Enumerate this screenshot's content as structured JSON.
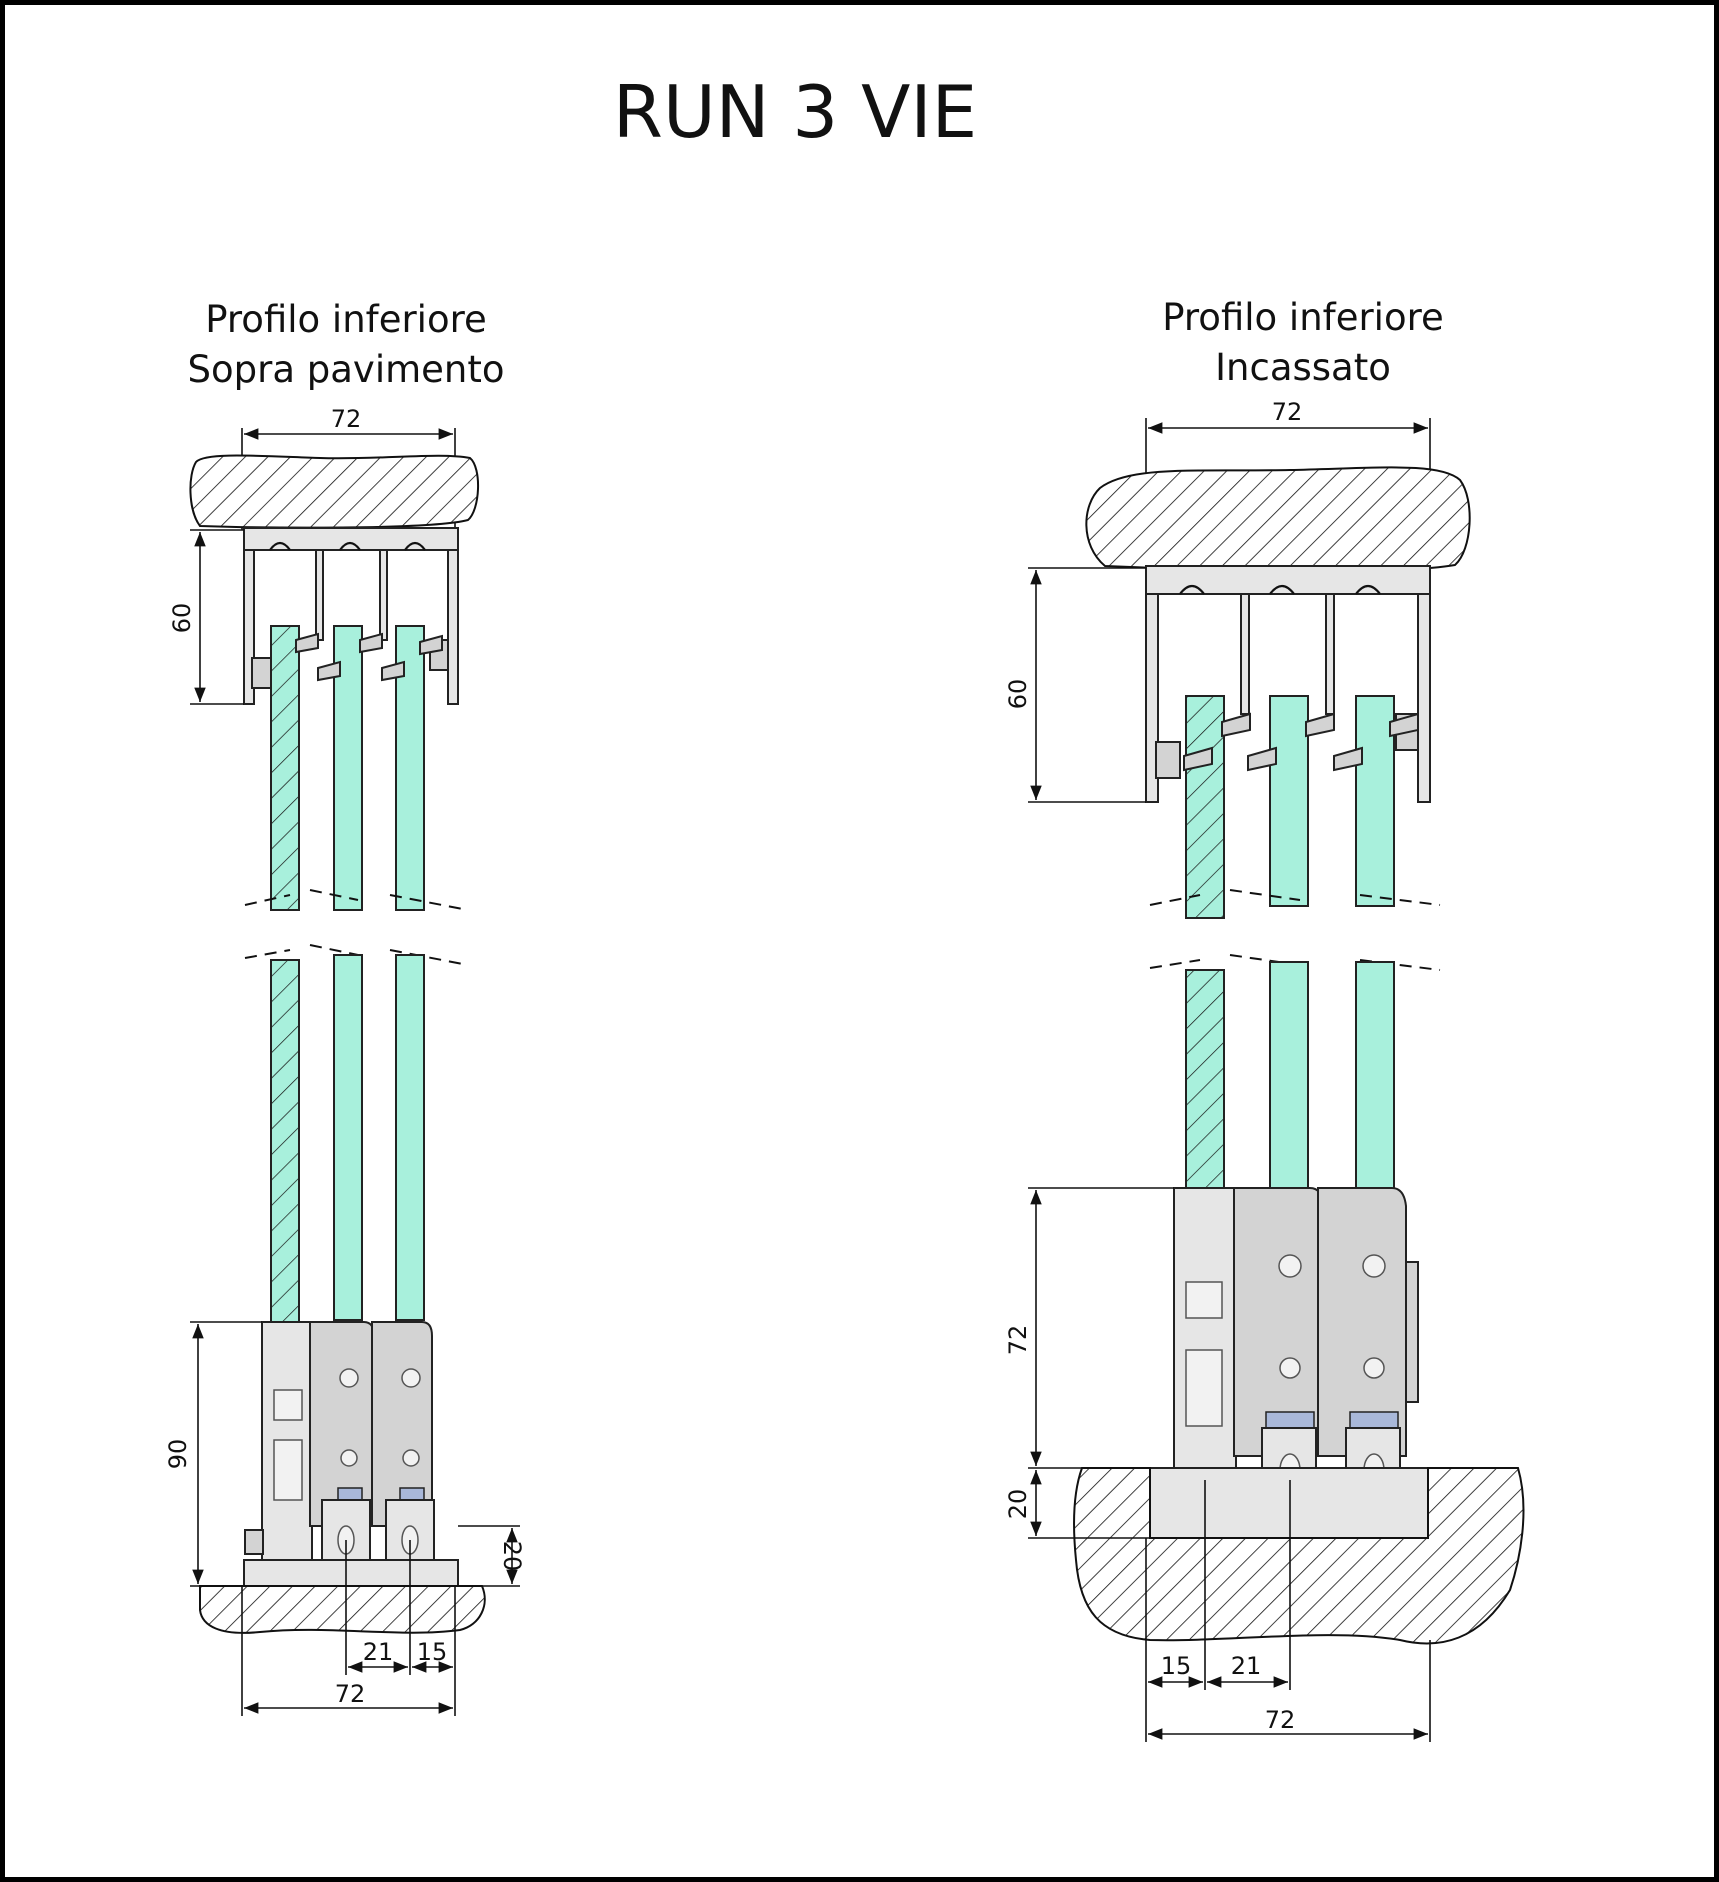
{
  "title": "RUN 3 VIE",
  "left": {
    "caption_line1": "Profilo inferiore",
    "caption_line2": "Sopra pavimento",
    "dim_top_width": "72",
    "dim_top_height": "60",
    "dim_bottom_height": "90",
    "dim_track_height": "20",
    "dim_spacing_a": "21",
    "dim_spacing_b": "15",
    "dim_bottom_width": "72"
  },
  "right": {
    "caption_line1": "Profilo inferiore",
    "caption_line2": "Incassato",
    "dim_top_width": "72",
    "dim_top_height": "60",
    "dim_bottom_height": "72",
    "dim_recess_height": "20",
    "dim_spacing_a": "15",
    "dim_spacing_b": "21",
    "dim_bottom_width": "72"
  },
  "colors": {
    "glass": "#a8f0dc",
    "aluminium": "#e6e6e6",
    "carriage": "#d3d3d3",
    "guide_accent": "#a9b8d9"
  }
}
